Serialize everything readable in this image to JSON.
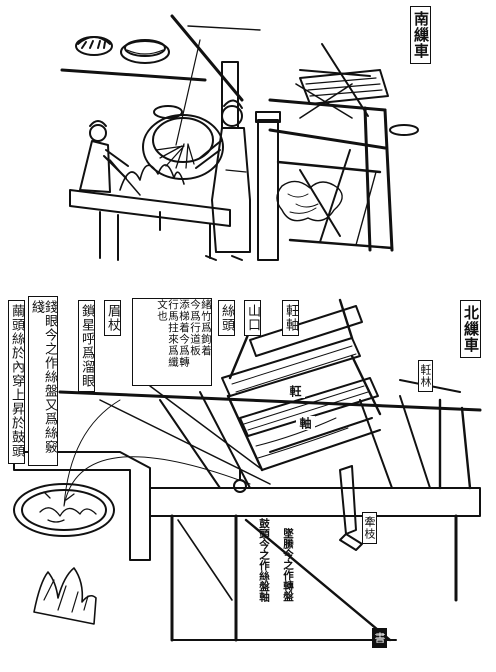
{
  "top_title": "南繅車",
  "bottom_title": "北繅車",
  "labels": {
    "qian_yan_note": "錢眼今之作絲盤又爲絲竅綫",
    "qian_yan_note2": "繭頭絲於內穿上昇於鼓頭",
    "suo_yan": "鎖星呼爲溜眼",
    "mei_zhang": "眉杖",
    "xi_tou": "絲頭",
    "note_col1": "緒竹爲鉤着",
    "note_col2": "今爲行道板",
    "note_col3": "添梯着今爲轉",
    "note_col4": "行馬拄來爲纖",
    "note_col5": "文也",
    "shan_kou": "山口",
    "gu_lun": "軖軸",
    "zhuang_lin": "軠林",
    "frame_text_1": "軖",
    "frame_text_2": "軸",
    "jin_bing": "牽枝",
    "bottom_note_a": "鼓頭今之作絲盤軸",
    "bottom_note_b": "墜縢今之作轉盤",
    "bottom_seal": "書"
  }
}
